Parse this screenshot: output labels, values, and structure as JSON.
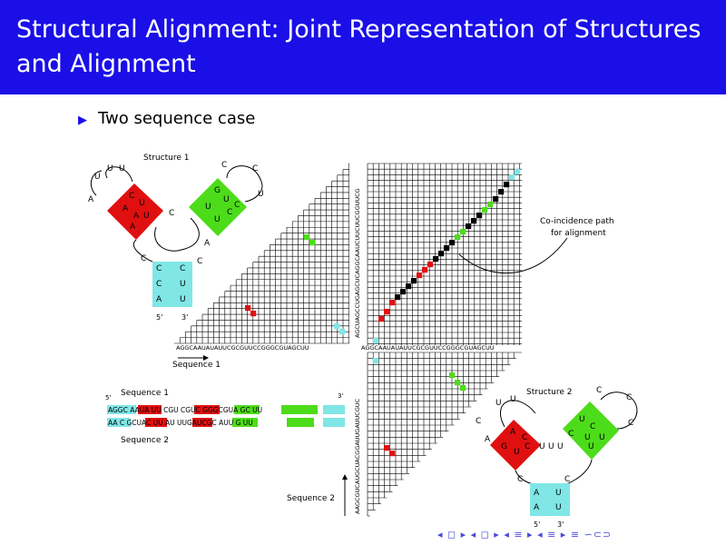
{
  "slide": {
    "title_line1": "Structural Alignment: Joint Representation of Structures",
    "title_line2": "and Alignment",
    "bullet": "Two sequence case"
  },
  "figure": {
    "structure1_label": "Structure 1",
    "structure2_label": "Structure 2",
    "sequence1_label": "Sequence 1",
    "sequence2_label": "Sequence 2",
    "callout_line1": "Co-incidence path",
    "callout_line2": "for alignment",
    "five_prime": "5'",
    "three_prime": "3'",
    "seq1_top": "AGGCAAUAUAUUCGCGUUCCGGGCGUAGCUU",
    "seq_vertical_top": "AGCUAGCCUGAGCUCAGGCAAUCUUCUUCGGUUCG",
    "seq_vertical_bottom": "AAGCGUCAUGCUACGGAUUGAUUCGUC",
    "align_row1": "AGGC AAUA  UU CGU  CGUC GGGCGUA GC UU",
    "align_row2": "AA  C  GCUAC UU AU  UUGAUCGC AUU  G UU"
  },
  "colors": {
    "title_bg": "#1a0fe6",
    "red": "#e01010",
    "green": "#4ddc1a",
    "cyan": "#80e6e6",
    "black": "#000000"
  },
  "nav": {
    "symbols": "◂ ◻ ▸ ◂ ◻ ▸ ◂ ≡ ▸ ◂ ≡ ▸ ≡ ∽⊂⊃"
  }
}
